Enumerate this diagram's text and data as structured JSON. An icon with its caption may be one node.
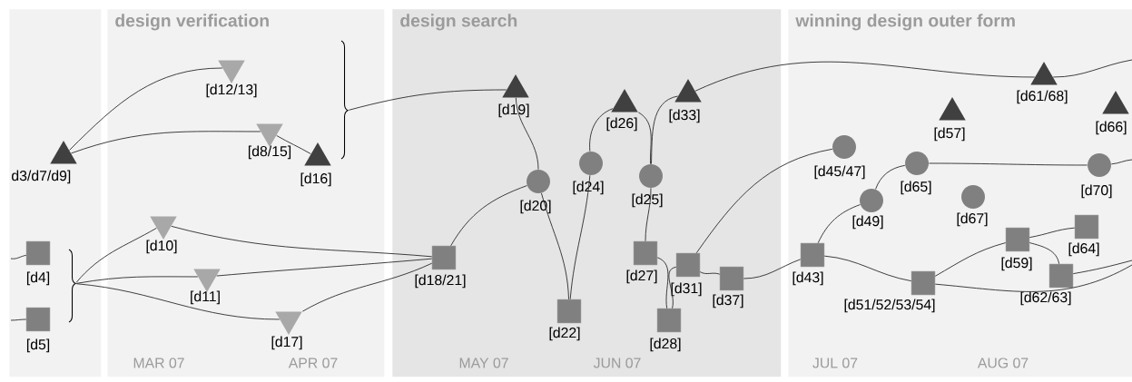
{
  "diagram": {
    "nodes": [
      {
        "text": [],
        "shape": "box"
      },
      {
        "text": [
          "design verification"
        ]
      },
      {
        "text": [
          "design search"
        ]
      },
      {
        "text": [
          "winning design outer form"
        ]
      },
      {
        "text": [
          "d3/d7/d9]"
        ],
        "in": 0
      },
      {
        "text": [
          "[d12/13]"
        ],
        "in": 1
      },
      {
        "text": [
          "[d8/15]"
        ],
        "in": 1
      },
      {
        "text": [
          "[d16]"
        ],
        "in": 1
      },
      {
        "text": [],
        "shape": "brace",
        "in": 1
      },
      {
        "text": [
          "[d4]"
        ],
        "in": 0
      },
      {
        "text": [
          "[d5]"
        ],
        "in": 0
      },
      {
        "text": [],
        "shape": "brace",
        "in": 0
      },
      {
        "text": [
          "[d10]"
        ],
        "in": 1
      },
      {
        "text": [
          "[d11]"
        ],
        "in": 1
      },
      {
        "text": [
          "[d17]"
        ],
        "in": 1
      },
      {
        "text": [
          "[d18/21]"
        ],
        "in": 2
      },
      {
        "text": [
          "[d19]"
        ],
        "in": 2
      },
      {
        "text": [
          "[d20]"
        ],
        "in": 2
      },
      {
        "text": [
          "[d24]"
        ],
        "in": 2
      },
      {
        "text": [
          "[d26]"
        ],
        "in": 2
      },
      {
        "text": [
          "[d25]"
        ],
        "in": 2
      },
      {
        "text": [
          "[d33]"
        ],
        "in": 2
      },
      {
        "text": [
          "[d22]"
        ],
        "in": 2
      },
      {
        "text": [
          "[d27]"
        ],
        "in": 2
      },
      {
        "text": [
          "[d31]"
        ],
        "in": 2
      },
      {
        "text": [
          "[d28]"
        ],
        "in": 2
      },
      {
        "text": [
          "[d37]"
        ],
        "in": 2
      },
      {
        "text": [
          "[d43]"
        ],
        "in": 3
      },
      {
        "text": [
          "[d45/47]"
        ],
        "in": 3
      },
      {
        "text": [
          "[d49]"
        ],
        "in": 3
      },
      {
        "text": [
          "[d65]"
        ],
        "in": 3
      },
      {
        "text": [
          "[d67]"
        ],
        "in": 3
      },
      {
        "text": [
          "[d57]"
        ],
        "in": 3
      },
      {
        "text": [
          "[d61/68]"
        ],
        "in": 3
      },
      {
        "text": [
          "[d66]"
        ],
        "in": 3
      },
      {
        "text": [
          "[d70]"
        ],
        "in": 3
      },
      {
        "text": [
          "[d51/52/53/54]"
        ],
        "in": 3
      },
      {
        "text": [
          "[d59]"
        ],
        "in": 3
      },
      {
        "text": [
          "[d64]"
        ],
        "in": 3
      },
      {
        "text": [
          "[d62/63]"
        ],
        "in": 3
      }
    ],
    "edges": [
      {
        "from": null,
        "to": 9,
        "arrow": "none"
      },
      {
        "from": null,
        "to": 10,
        "arrow": "none"
      },
      {
        "from": 4,
        "to": 5,
        "arrow": "none"
      },
      {
        "from": 4,
        "to": 6,
        "arrow": "none"
      },
      {
        "from": 6,
        "to": 7,
        "arrow": "none"
      },
      {
        "from": 8,
        "to": 16,
        "arrow": "none"
      },
      {
        "from": 11,
        "to": 12,
        "arrow": "none"
      },
      {
        "from": 11,
        "to": 13,
        "arrow": "none"
      },
      {
        "from": 11,
        "to": 14,
        "arrow": "none"
      },
      {
        "from": 12,
        "to": 15,
        "arrow": "none"
      },
      {
        "from": 13,
        "to": 15,
        "arrow": "none"
      },
      {
        "from": 14,
        "to": 15,
        "arrow": "none"
      },
      {
        "from": 15,
        "to": 17,
        "arrow": "none"
      },
      {
        "from": 16,
        "to": 17,
        "arrow": "none"
      },
      {
        "from": 17,
        "to": 22,
        "arrow": "none"
      },
      {
        "from": 18,
        "to": 22,
        "arrow": "none"
      },
      {
        "from": 18,
        "to": 19,
        "arrow": "none"
      },
      {
        "from": 19,
        "to": 20,
        "arrow": "none"
      },
      {
        "from": 21,
        "to": 20,
        "arrow": "none"
      },
      {
        "from": 21,
        "to": 33,
        "arrow": "none"
      },
      {
        "from": 33,
        "to": null,
        "arrow": "none"
      },
      {
        "from": 20,
        "to": 23,
        "arrow": "none"
      },
      {
        "from": 23,
        "to": 25,
        "arrow": "none"
      },
      {
        "from": 24,
        "to": 25,
        "arrow": "none"
      },
      {
        "from": 24,
        "to": 28,
        "arrow": "none"
      },
      {
        "from": 24,
        "to": 26,
        "arrow": "none"
      },
      {
        "from": 26,
        "to": 27,
        "arrow": "none"
      },
      {
        "from": 27,
        "to": 29,
        "arrow": "none"
      },
      {
        "from": 27,
        "to": 36,
        "arrow": "none"
      },
      {
        "from": 29,
        "to": 30,
        "arrow": "none"
      },
      {
        "from": 30,
        "to": 35,
        "arrow": "none"
      },
      {
        "from": 35,
        "to": null,
        "arrow": "none"
      },
      {
        "from": 36,
        "to": 37,
        "arrow": "none"
      },
      {
        "from": 36,
        "to": null,
        "arrow": "none"
      },
      {
        "from": 37,
        "to": 38,
        "arrow": "none"
      },
      {
        "from": 37,
        "to": 39,
        "arrow": "none"
      },
      {
        "from": 39,
        "to": null,
        "arrow": "none"
      }
    ],
    "labels": [
      "MAR 07",
      "APR 07",
      "MAY 07",
      "JUN 07",
      "JUL 07",
      "AUG 07"
    ]
  }
}
